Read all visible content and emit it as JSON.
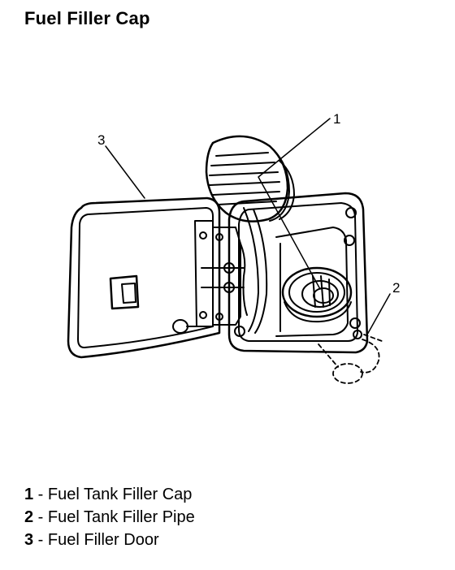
{
  "title": "Fuel Filler Cap",
  "callouts": {
    "c1": "1",
    "c2": "2",
    "c3": "3"
  },
  "legend": [
    {
      "number": "1",
      "separator": " - ",
      "label": "Fuel Tank Filler Cap"
    },
    {
      "number": "2",
      "separator": " - ",
      "label": "Fuel Tank Filler Pipe"
    },
    {
      "number": "3",
      "separator": " - ",
      "label": "Fuel Filler Door"
    }
  ]
}
